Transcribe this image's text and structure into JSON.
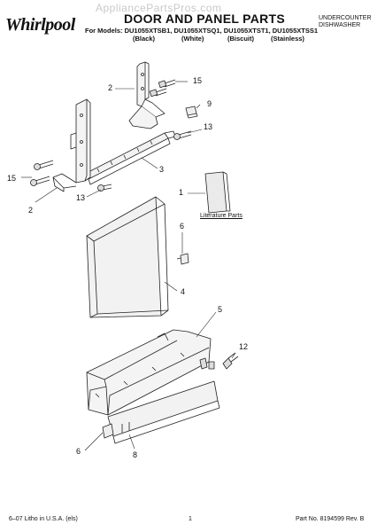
{
  "header": {
    "brand": "Whirlpool",
    "watermark": "AppliancePartsPros.com",
    "title": "DOOR AND PANEL PARTS",
    "models_line": "For Models: DU1055XTSB1, DU1055XTSQ1, DU1055XTST1, DU1055XTSS1",
    "finishes": [
      "(Black)",
      "(White)",
      "(Biscuit)",
      "(Stainless)"
    ],
    "product_line1": "UNDERCOUNTER",
    "product_line2": "DISHWASHER"
  },
  "callouts": {
    "c1": "1",
    "c2_top": "2",
    "c2_bottom": "2",
    "c3": "3",
    "c4": "4",
    "c5": "5",
    "c6_upper": "6",
    "c6_lower": "6",
    "c8": "8",
    "c9": "9",
    "c12": "12",
    "c13_right": "13",
    "c13_left": "13",
    "c15_right": "15",
    "c15_left": "15"
  },
  "literature_label": "Literature Parts",
  "footer": {
    "left": "6–07 Litho in U.S.A. (els)",
    "center": "1",
    "right": "Part No. 8194599 Rev. B"
  },
  "colors": {
    "line": "#222222",
    "panel_fill": "#f2f2f2",
    "shade": "#e0e0e0"
  }
}
